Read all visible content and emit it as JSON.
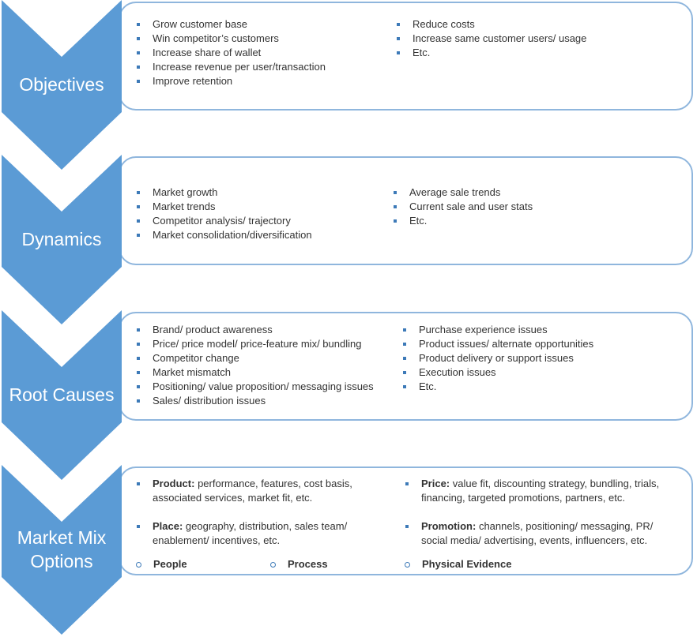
{
  "colors": {
    "chevron_fill": "#5b9bd5",
    "box_border": "#8fb6dd",
    "bullet": "#3d7ab8"
  },
  "stages": [
    {
      "label": "Objectives",
      "col1": [
        "Grow customer base",
        "Win competitor’s customers",
        "Increase share of wallet",
        "Increase revenue per user/transaction",
        "Improve retention"
      ],
      "col2": [
        "Reduce costs",
        "Increase same customer users/ usage",
        "Etc."
      ]
    },
    {
      "label": "Dynamics",
      "col1": [
        "Market growth",
        "Market trends",
        "Competitor analysis/ trajectory",
        "Market consolidation/diversification"
      ],
      "col2": [
        "Average sale trends",
        "Current sale and user stats",
        "Etc."
      ]
    },
    {
      "label": "Root Causes",
      "col1": [
        "Brand/ product awareness",
        "Price/ price model/ price-feature mix/ bundling",
        "Competitor change",
        "Market mismatch",
        "Positioning/ value proposition/ messaging issues",
        "Sales/ distribution issues"
      ],
      "col2": [
        "Purchase experience issues",
        "Product issues/ alternate opportunities",
        "Product delivery or support issues",
        "Execution issues",
        "Etc."
      ]
    },
    {
      "label_line1": "Market Mix",
      "label_line2": "Options"
    }
  ],
  "market_mix": {
    "product": {
      "term": "Product:",
      "line1": " performance, features, cost basis,",
      "line2": "associated services, market fit, etc."
    },
    "price": {
      "term": "Price:",
      "line1": " value fit, discounting strategy, bundling, trials,",
      "line2": "financing, targeted promotions, partners, etc."
    },
    "place": {
      "term": "Place:",
      "line1": " geography, distribution, sales team/",
      "line2": "enablement/ incentives, etc."
    },
    "promotion": {
      "term": "Promotion:",
      "line1": " channels, positioning/ messaging, PR/",
      "line2": "social media/ advertising, events, influencers, etc."
    },
    "extras": [
      "People",
      "Process",
      "Physical Evidence"
    ]
  }
}
